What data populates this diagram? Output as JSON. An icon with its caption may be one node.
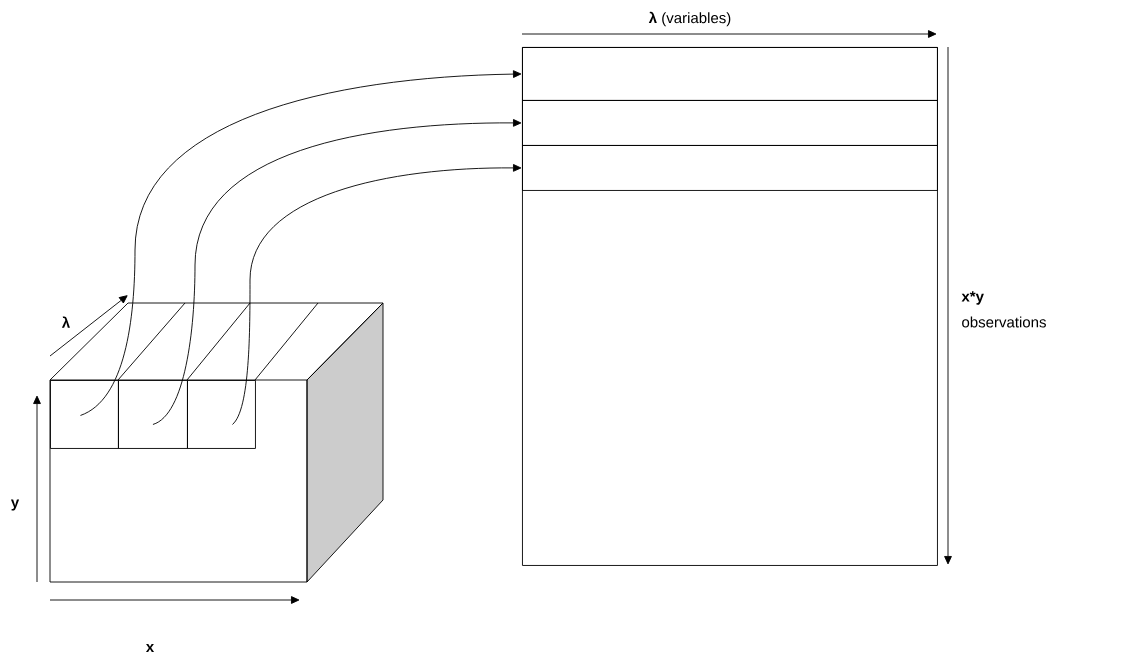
{
  "diagram": {
    "nodes": [
      {
        "text": [],
        "shape": "box"
      },
      {
        "text": [],
        "shape": "box",
        "in": 0
      },
      {
        "text": [],
        "shape": "box",
        "in": 0
      },
      {
        "text": [],
        "shape": "box",
        "in": 0
      },
      {
        "text": [],
        "shape": "box"
      },
      {
        "text": [],
        "shape": "box"
      },
      {
        "text": [],
        "shape": "box"
      }
    ],
    "edges": [
      {
        "from": 4,
        "to": 1,
        "arrow": "to"
      },
      {
        "from": 5,
        "to": 2,
        "arrow": "to"
      },
      {
        "from": 6,
        "to": 3,
        "arrow": "to"
      }
    ],
    "labels": [
      "λ",
      "y",
      "x",
      "**λ** (variables)",
      "x*y",
      "observations"
    ]
  }
}
